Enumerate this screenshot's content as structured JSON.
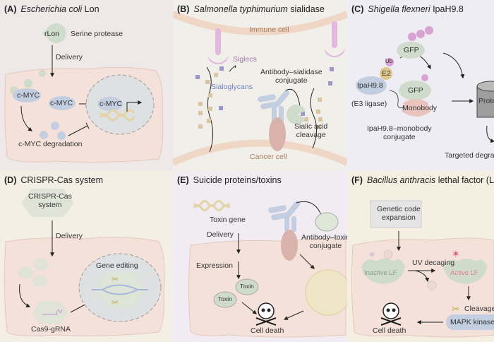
{
  "figure": {
    "panels": [
      {
        "id": "A",
        "letter": "(A)",
        "title_italic": "Escherichia coli",
        "title_rest": " Lon",
        "labels": {
          "protease_name": "rLon",
          "protease_type": "Serine protease",
          "delivery": "Delivery",
          "cmyc_bound": "c-MYC",
          "cmyc_free": "c-MYC",
          "cmyc_nucleus": "c-MYC",
          "degradation": "c-MYC degradation"
        }
      },
      {
        "id": "B",
        "letter": "(B)",
        "title_italic": "Salmonella typhimurium",
        "title_rest": " sialidase",
        "labels": {
          "immune_cell": "Immune cell",
          "siglecs": "Siglecs",
          "sialoglycans": "Sialoglycans",
          "conjugate_1": "Antibody–sialidase",
          "conjugate_2": "conjugate",
          "cleavage_1": "Sialic acid",
          "cleavage_2": "cleavage",
          "cancer_cell": "Cancer cell"
        }
      },
      {
        "id": "C",
        "letter": "(C)",
        "title_italic": "Shigella flexneri",
        "title_rest": " IpaH9.8",
        "labels": {
          "ub": "Ub",
          "e2": "E2",
          "ipah": "IpaH9.8",
          "e3": "(E3 ligase)",
          "gfp": "GFP",
          "monobody": "Monobody",
          "conjugate_1": "IpaH9.8–monobody",
          "conjugate_2": "conjugate",
          "proteasome": "Proteasome",
          "targeted": "Targeted degradation"
        }
      },
      {
        "id": "D",
        "letter": "(D)",
        "title_italic": "",
        "title_rest": "CRISPR-Cas system",
        "labels": {
          "crispr_1": "CRISPR-Cas",
          "crispr_2": "system",
          "delivery": "Delivery",
          "gene_editing": "Gene editing",
          "cas9": "Cas9-gRNA"
        }
      },
      {
        "id": "E",
        "letter": "(E)",
        "title_italic": "",
        "title_rest": "Suicide proteins/toxins",
        "labels": {
          "toxin_gene": "Toxin gene",
          "delivery": "Delivery",
          "expression": "Expression",
          "toxin_1": "Toxin",
          "toxin_2": "Toxin",
          "conjugate_1": "Antibody–toxin",
          "conjugate_2": "conjugate",
          "cell_death": "Cell death"
        }
      },
      {
        "id": "F",
        "letter": "(F)",
        "title_italic": "Bacillus anthracis",
        "title_rest": " lethal factor (LF)",
        "labels": {
          "gce_1": "Genetic code",
          "gce_2": "expansion",
          "inactive": "Inactive LF",
          "uv": "UV decaging",
          "active": "Active LF",
          "cleavage": "Cleavage",
          "mapk": "MAPK kinase",
          "cell_death": "Cell death"
        }
      }
    ],
    "colors": {
      "cell": "#f4e2da",
      "cell_edge": "#e3c8bb",
      "protein_green": "#cfdccb",
      "protein_blue": "#c3cee0",
      "ub_purple": "#d8a3d3",
      "siglec": "#e3b8e0",
      "sialic_purple": "#9b97cc",
      "glycan_tan": "#d8c6a0",
      "nucleus": "#dfe0e2",
      "dna_gold": "#e2d4a4",
      "cleavage_red": "#e27b8d",
      "siglec_text": "#9b7aa6",
      "sialo_text": "#6f7fc0"
    }
  }
}
